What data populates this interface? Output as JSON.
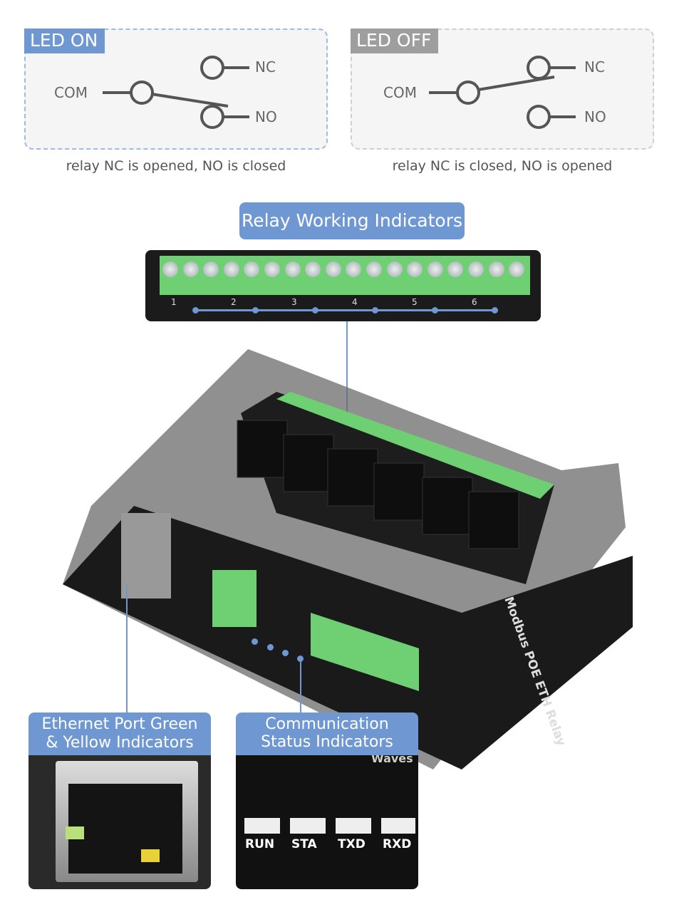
{
  "led_on": {
    "tag": "LED ON",
    "com": "COM",
    "nc": "NC",
    "no": "NO",
    "caption": "relay NC is opened, NO is closed",
    "tag_color": "#6f97d2"
  },
  "led_off": {
    "tag": "LED OFF",
    "com": "COM",
    "nc": "NC",
    "no": "NO",
    "caption": "relay NC is closed, NO is opened",
    "tag_color": "#9e9e9e"
  },
  "relay_indicators": {
    "label": "Relay Working Indicators",
    "channels": [
      "1",
      "2",
      "3",
      "4",
      "5",
      "6"
    ]
  },
  "board": {
    "label": "Modbus POE ETH Relay"
  },
  "ethernet": {
    "label_line1": "Ethernet Port Green",
    "label_line2": "& Yellow Indicators"
  },
  "comm": {
    "label_line1": "Communication",
    "label_line2": "Status Indicators",
    "leds": [
      "RUN",
      "STA",
      "TXD",
      "RXD"
    ],
    "brand_partial": "Waves"
  },
  "accent": "#6f97d2"
}
